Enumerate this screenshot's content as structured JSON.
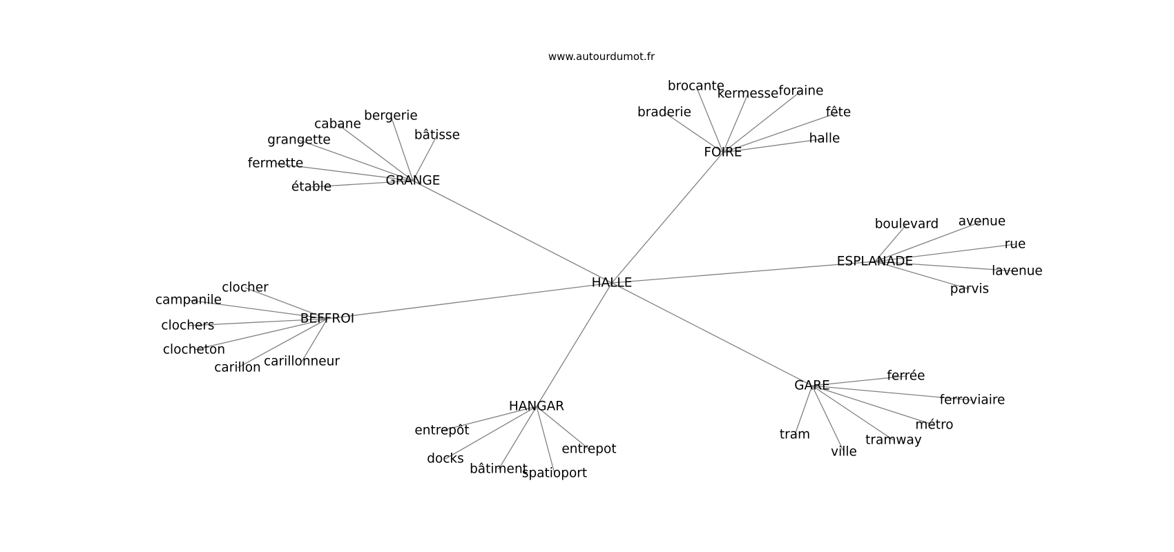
{
  "site": "www.autourdumot.fr",
  "center": "HALLE",
  "hubs": [
    {
      "label": "GRANGE",
      "children": [
        "bergerie",
        "cabane",
        "grangette",
        "fermette",
        "étable",
        "bâtisse"
      ]
    },
    {
      "label": "FOIRE",
      "children": [
        "brocante",
        "kermesse",
        "foraine",
        "braderie",
        "fête",
        "halle"
      ]
    },
    {
      "label": "ESPLANADE",
      "children": [
        "boulevard",
        "avenue",
        "rue",
        "lavenue",
        "parvis"
      ]
    },
    {
      "label": "BEFFROI",
      "children": [
        "clocher",
        "campanile",
        "clochers",
        "clocheton",
        "carillon",
        "carillonneur"
      ]
    },
    {
      "label": "GARE",
      "children": [
        "ferrée",
        "ferroviaire",
        "métro",
        "tramway",
        "ville",
        "tram"
      ]
    },
    {
      "label": "HANGAR",
      "children": [
        "entrepôt",
        "docks",
        "bâtiment",
        "spatioport",
        "entrepot"
      ]
    }
  ]
}
